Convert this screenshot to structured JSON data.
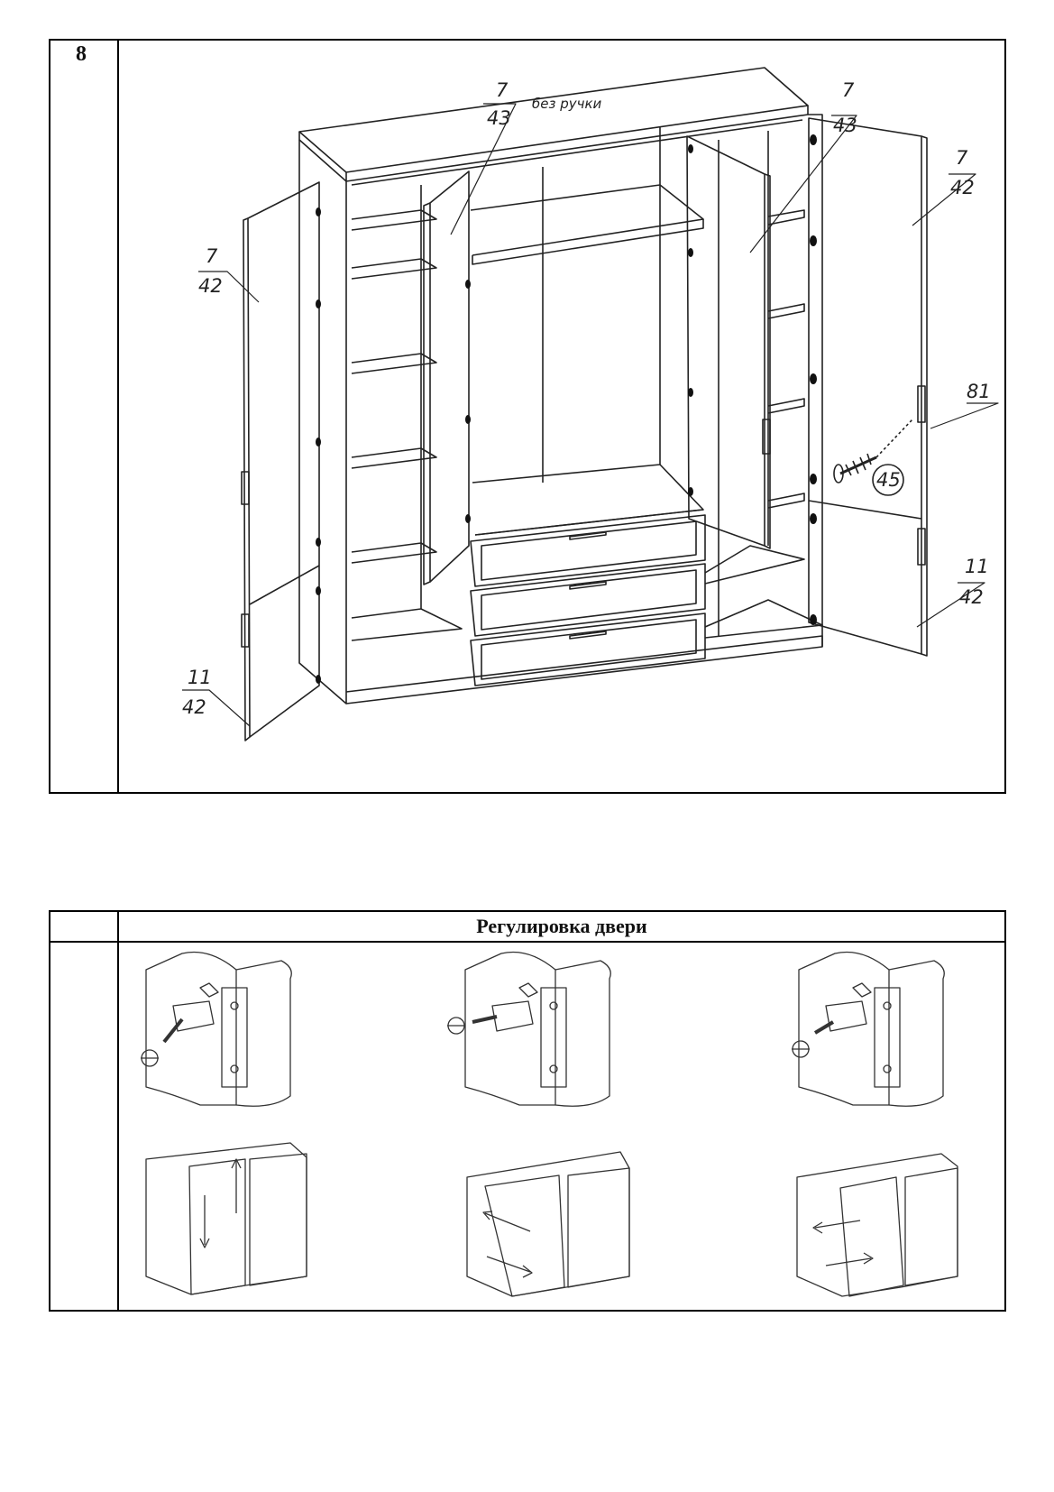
{
  "step": {
    "number": "8",
    "callouts": {
      "door_left_upper": {
        "top": "7",
        "bottom": "42"
      },
      "door_left_lower": {
        "top": "11",
        "bottom": "42"
      },
      "door_center_left": {
        "top": "7",
        "bottom": "43",
        "note": "без ручки"
      },
      "door_center_right": {
        "top": "7",
        "bottom": "43"
      },
      "door_right_upper": {
        "top": "7",
        "bottom": "42"
      },
      "door_right_lower": {
        "top": "11",
        "bottom": "42"
      },
      "handle": {
        "value": "81"
      },
      "screw": {
        "value": "45"
      }
    }
  },
  "adjustment": {
    "title": "Регулировка двери"
  }
}
